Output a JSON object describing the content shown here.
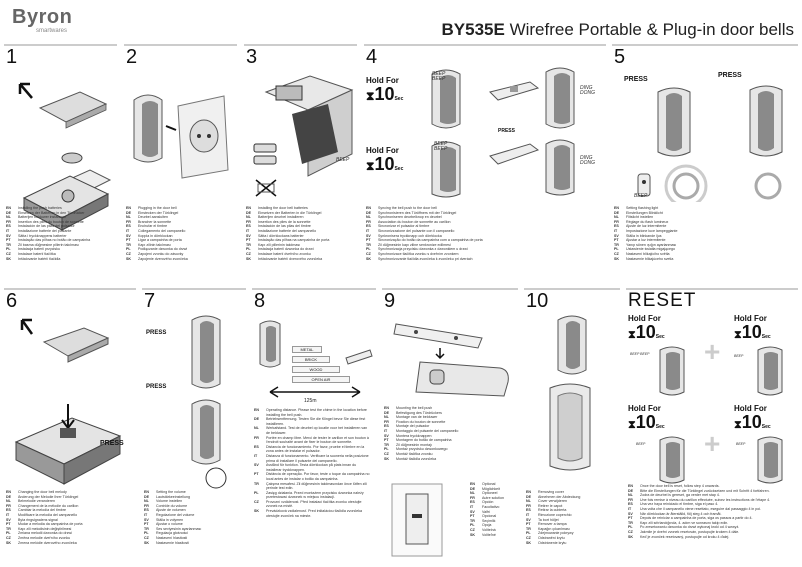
{
  "header": {
    "brand": "Byron",
    "brand_sub": "smartwares",
    "model": "BY535E",
    "title_rest": "Wirefree Portable & Plug-in door bells"
  },
  "panels": {
    "p1": {
      "num": "1",
      "instr": [
        [
          "EN",
          "Installing the push batteries"
        ],
        [
          "DE",
          "Einsetzen der Batterien in den Türdrücker"
        ],
        [
          "NL",
          "Batterijen belduwer installeren"
        ],
        [
          "FR",
          "Insertion des piles du bouton de sonnette"
        ],
        [
          "ES",
          "Instalación de las pilas del pulsador"
        ],
        [
          "IT",
          "Installazione batterie del pulsante"
        ],
        [
          "SV",
          "Sätta i tryckknappens batterier"
        ],
        [
          "PT",
          "Instalação das pilhas no botão de campainha"
        ],
        [
          "TR",
          "Zil basma düğmesine pillerin takılması"
        ],
        [
          "PL",
          "Instalacja baterii przycisku"
        ],
        [
          "CZ",
          "Instalace baterií tlačítka"
        ],
        [
          "SK",
          "Inštalovanie batérií tlačidla"
        ]
      ]
    },
    "p2": {
      "num": "2",
      "instr": [
        [
          "EN",
          "Plugging in the door bell"
        ],
        [
          "DE",
          "Einstecken der Türklingel"
        ],
        [
          "NL",
          "Deurbel aansluiten"
        ],
        [
          "FR",
          "Brancher la sonnette"
        ],
        [
          "ES",
          "Enchufar el timbre"
        ],
        [
          "IT",
          "Collegamento del campanello"
        ],
        [
          "SV",
          "Koppla in dörrklockan"
        ],
        [
          "PT",
          "Ligar a campainha de porta"
        ],
        [
          "TR",
          "Kapı zilinin takılması"
        ],
        [
          "PL",
          "Podłączanie dzwonka do drzwi"
        ],
        [
          "CZ",
          "Zapojení zvonku do zásuvky"
        ],
        [
          "SK",
          "Zapojenie dverového zvončeka"
        ]
      ]
    },
    "p3": {
      "num": "3",
      "beep": "BEEP",
      "instr": [
        [
          "EN",
          "Installing the door bell batteries"
        ],
        [
          "DE",
          "Einsetzen der Batterien in die Türklingel"
        ],
        [
          "NL",
          "Batterijen deurbel installeren"
        ],
        [
          "FR",
          "Insertion des piles de la sonnette"
        ],
        [
          "ES",
          "Instalación de las pilas del timbre"
        ],
        [
          "IT",
          "Installazione batterie del campanello"
        ],
        [
          "SV",
          "Sätta i dörrklockans batterier"
        ],
        [
          "PT",
          "Instalação das pilhas na campainha de porta"
        ],
        [
          "TR",
          "Kapı zili pillerinin takılması"
        ],
        [
          "PL",
          "Instalacja baterii dzwonka do drzwi"
        ],
        [
          "CZ",
          "Instalace baterií dveřního zvonku"
        ],
        [
          "SK",
          "Inštalovanie batérií dverového zvončeka"
        ]
      ]
    },
    "p4": {
      "num": "4",
      "hold_for": "Hold For",
      "ten": "10",
      "sec": "Sec",
      "press": "PRESS",
      "beep1": "BEEP",
      "beep2": "BEEP",
      "ding": "DING",
      "dong": "DONG",
      "instr": [
        [
          "EN",
          "Syncing the bell push to the door bell"
        ],
        [
          "DE",
          "Synchronisieren des Türöffners mit der Türklingel"
        ],
        [
          "NL",
          "Synchroniseren deurbelknop en deurbel"
        ],
        [
          "FR",
          "Association du bouton de sonnette au carillon"
        ],
        [
          "ES",
          "Sincronizar el pulsador al timbre"
        ],
        [
          "IT",
          "Sincronizzazione del pulsante con il campanello"
        ],
        [
          "SV",
          "Synkronisera tryckknapp och dörrklocka"
        ],
        [
          "PT",
          "Sincronização do botão da campainha com a campainha de porta"
        ],
        [
          "TR",
          "Zil düğmesinin kapı ziline senkronize edilmesi"
        ],
        [
          "PL",
          "Synchronizacja przycisku dzwonka z dzwonkiem u drzwi"
        ],
        [
          "CZ",
          "Synchronizace tlačítka zvonku s dveřním zvonkem"
        ],
        [
          "SK",
          "Synchronizovanie tlačidla zvončeka k zvončeku pri dverách"
        ]
      ]
    },
    "p5": {
      "num": "5",
      "press1": "PRESS",
      "press2": "PRESS",
      "beep": "BEEP",
      "instr": [
        [
          "EN",
          "Setting flashing light"
        ],
        [
          "DE",
          "Einstellungen Blinklicht"
        ],
        [
          "NL",
          "Flitslicht instellen"
        ],
        [
          "FR",
          "Réglage du flash lumineux"
        ],
        [
          "ES",
          "Ajuste de luz intermitente"
        ],
        [
          "IT",
          "Impostazione luce lampeggiante"
        ],
        [
          "SV",
          "Ställa in blinkande ljus"
        ],
        [
          "PT",
          "Ajustar a luz intermitente"
        ],
        [
          "TR",
          "Yanıp sönen ışığın ayarlanması"
        ],
        [
          "PL",
          "Ustawienie światła migającego"
        ],
        [
          "CZ",
          "Nastavení blikajícího světla"
        ],
        [
          "SK",
          "Nastavenie blikajúceho svetla"
        ]
      ]
    },
    "p6": {
      "num": "6",
      "press": "PRESS",
      "instr": [
        [
          "EN",
          "Changing the door bell melody"
        ],
        [
          "DE",
          "Änderung der Melodie Ihrer Türklingel"
        ],
        [
          "NL",
          "Belmelodie veranderen"
        ],
        [
          "FR",
          "Changement de la mélodie du carillon"
        ],
        [
          "ES",
          "Cambiar la melodía del timbre"
        ],
        [
          "IT",
          "Modificare la melodia del campanello"
        ],
        [
          "SV",
          "Byta ringsignalens signal"
        ],
        [
          "PT",
          "Mudar a melodia da campainha de porta"
        ],
        [
          "TR",
          "Kapı zili melodisinin değiştirilmesi"
        ],
        [
          "PL",
          "Zmiana melodii dzwonka do drzwi"
        ],
        [
          "CZ",
          "Změna melodie dveřního zvonku"
        ],
        [
          "SK",
          "Zmena melódie dverového zvončeka"
        ]
      ]
    },
    "p7": {
      "num": "7",
      "press1": "PRESS",
      "press2": "PRESS",
      "instr": [
        [
          "EN",
          "Setting the volume"
        ],
        [
          "DE",
          "Lautstärkeeinstellung"
        ],
        [
          "NL",
          "Volume instellen"
        ],
        [
          "FR",
          "Contrôle du volume"
        ],
        [
          "ES",
          "Ajuste de volumen"
        ],
        [
          "IT",
          "Regolazione del volume"
        ],
        [
          "SV",
          "Ställa in volymen"
        ],
        [
          "PT",
          "Ajustar o volume"
        ],
        [
          "TR",
          "Ses seviyesinin ayarlanması"
        ],
        [
          "PL",
          "Regulacja głośności"
        ],
        [
          "CZ",
          "Nastavení hlasitosti"
        ],
        [
          "SK",
          "Nastavenie hlasitosti"
        ]
      ]
    },
    "p8": {
      "num": "8",
      "materials": [
        "METAL",
        "BRICK",
        "WOOD",
        "OPEN AIR"
      ],
      "distance": "125m",
      "instr": [
        [
          "EN",
          "Operating distance. Please test the chime in the location before installing the bell push."
        ],
        [
          "DE",
          "Betriebsentfernung. Testen Sie die Klingel bevor Sie diese fest installieren."
        ],
        [
          "NL",
          "Werkafstand. Test de deurbel op locatie voor het installeren van de belduwer."
        ],
        [
          "FR",
          "Portée en champ libre. Merci de tester le carillon et son bouton à l'endroit souhaité avant de fixer le bouton de sonnette."
        ],
        [
          "ES",
          "Distancia de funcionamiento. Por favor, pruebe el timbre en la zona antes de instalar el pulsador."
        ],
        [
          "IT",
          "Distanza di funzionamento. Verificare la suoneria nella posizione prima di installare il pulsante del campanello."
        ],
        [
          "SV",
          "Avstånd för funktion. Testa dörrklockan på plats innan du installerar tryckknappen."
        ],
        [
          "PT",
          "Distância de operação. Por favor, teste o toque da campainha no local antes de instalar o botão da campainha."
        ],
        [
          "TR",
          "Çalışma mesafesi. Zil düğmesinin takılmasından önce lütfen zili yerinde test edin."
        ],
        [
          "PL",
          "Zasięg działania. Przed montażem przycisku dzwonka należy przetestować dzwonek w miejscu instalacji."
        ],
        [
          "CZ",
          "Provozní vzdálenost. Před instalací tlačítka zvonku otestujte zvonek na místě."
        ],
        [
          "SK",
          "Prevádzková vzdialenosť. Pred inštaláciou tlačidla zvončeka otestujte zvonček na mieste."
        ]
      ]
    },
    "p9": {
      "num": "9",
      "instr": [
        [
          "EN",
          "Mounting the bell push"
        ],
        [
          "DE",
          "Befestigung des Türdrückers"
        ],
        [
          "NL",
          "Montage van de belduwer"
        ],
        [
          "FR",
          "Fixation du bouton de sonnette"
        ],
        [
          "ES",
          "Montaje del pulsador"
        ],
        [
          "IT",
          "Montaggio del pulsante del campanello"
        ],
        [
          "SV",
          "Montera tryckknappen"
        ],
        [
          "PT",
          "Montagem do botão de campainha"
        ],
        [
          "TR",
          "Zil düğmesinin montajı"
        ],
        [
          "PL",
          "Montaż przycisku dzwonkowego"
        ],
        [
          "CZ",
          "Montáž tlačítka zvonku"
        ],
        [
          "SK",
          "Montáž tlačidla zvončeka"
        ]
      ],
      "opt": [
        [
          "EN",
          "Optional"
        ],
        [
          "DE",
          "Möglichkeit"
        ],
        [
          "NL",
          "Optioneel"
        ],
        [
          "FR",
          "Autre solution"
        ],
        [
          "ES",
          "Opción"
        ],
        [
          "IT",
          "Facoltativo"
        ],
        [
          "SV",
          "Valfri"
        ],
        [
          "PT",
          "Opcional"
        ],
        [
          "TR",
          "Seçimlik"
        ],
        [
          "PL",
          "Opcja"
        ],
        [
          "CZ",
          "Volitelná"
        ],
        [
          "SK",
          "Voliteľné"
        ]
      ]
    },
    "p10": {
      "num": "10",
      "instr": [
        [
          "EN",
          "Removing cover"
        ],
        [
          "DE",
          "Abnehmen der Abdeckung"
        ],
        [
          "NL",
          "Cover verwijderen"
        ],
        [
          "FR",
          "Retirer le capot"
        ],
        [
          "ES",
          "Retirar la cubierta"
        ],
        [
          "IT",
          "Rimozione coperchio"
        ],
        [
          "SV",
          "Ta bort höljet"
        ],
        [
          "PT",
          "Remover a tampa"
        ],
        [
          "TR",
          "Kapağın çıkarılması"
        ],
        [
          "PL",
          "Zdejmowanie pokrywy"
        ],
        [
          "CZ",
          "Odstranění krytu"
        ],
        [
          "SK",
          "Odstránenie krytu"
        ]
      ]
    },
    "reset": {
      "num": "RESET",
      "hold_for": "Hold For",
      "ten": "10",
      "sec": "Sec",
      "beep": "BEEP",
      "beep_beep": "BEEP BEEP",
      "instr": [
        [
          "EN",
          "Once the door bell is reset, follow step 4 onwards."
        ],
        [
          "DE",
          "Bitte die Einstellungen für die Türklingel zurücksetzen und mit Schritt 4 fortfahren."
        ],
        [
          "NL",
          "Zodra de deurbel is gereset, ga verder met stap 4."
        ],
        [
          "FR",
          "Une fois remise à niveau du carillon effectuée, suivez les instructions de l'étape 4."
        ],
        [
          "ES",
          "Una vez haya reiniciado el timbre, siga el paso 4."
        ],
        [
          "IT",
          "Una volta che il campanello viene resettato, eseguire dal passaggio 4 in poi."
        ],
        [
          "SV",
          "När dörrklockan är återställd, följ steg 4 och framåt."
        ],
        [
          "PT",
          "Depois de reiniciar a campainha de porta, siga os passos a partir do 4."
        ],
        [
          "TR",
          "Kapı zili sıfırlandığında, 4. adım ve sonrasını takip edin."
        ],
        [
          "PL",
          "Po zresetowaniu dzwonka do drzwi wykonaj kroki od 4 wzwyż."
        ],
        [
          "CZ",
          "Jakmile je dveřní zvonek resetován, postupujte krokem 4 dále."
        ],
        [
          "SK",
          "Keď je zvonček resetovaný, postupujte od kroku 4 ďalej."
        ]
      ]
    }
  },
  "colors": {
    "rule": "#cccccc",
    "device": "#e8e8e8",
    "device_dark": "#8a8a8a",
    "text": "#222222"
  }
}
